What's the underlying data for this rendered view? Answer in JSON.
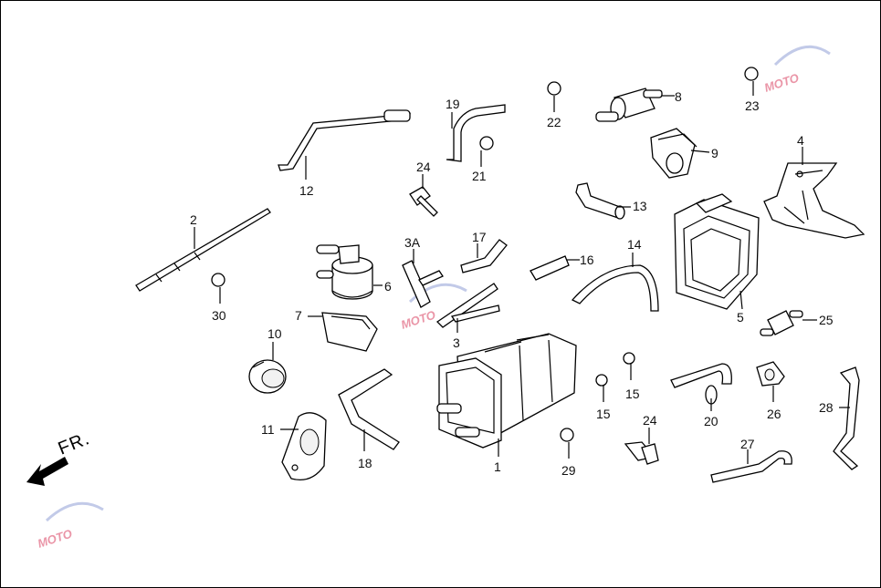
{
  "direction_label": "FR.",
  "watermark": "MOTO",
  "parts": [
    "1",
    "2",
    "3",
    "3A",
    "4",
    "5",
    "6",
    "7",
    "8",
    "9",
    "10",
    "11",
    "12",
    "13",
    "14",
    "15",
    "15",
    "16",
    "17",
    "18",
    "19",
    "20",
    "21",
    "22",
    "23",
    "24",
    "24",
    "25",
    "26",
    "27",
    "28",
    "29",
    "30"
  ],
  "colors": {
    "line": "#000000",
    "watermark": "#d94060",
    "background": "#ffffff"
  }
}
